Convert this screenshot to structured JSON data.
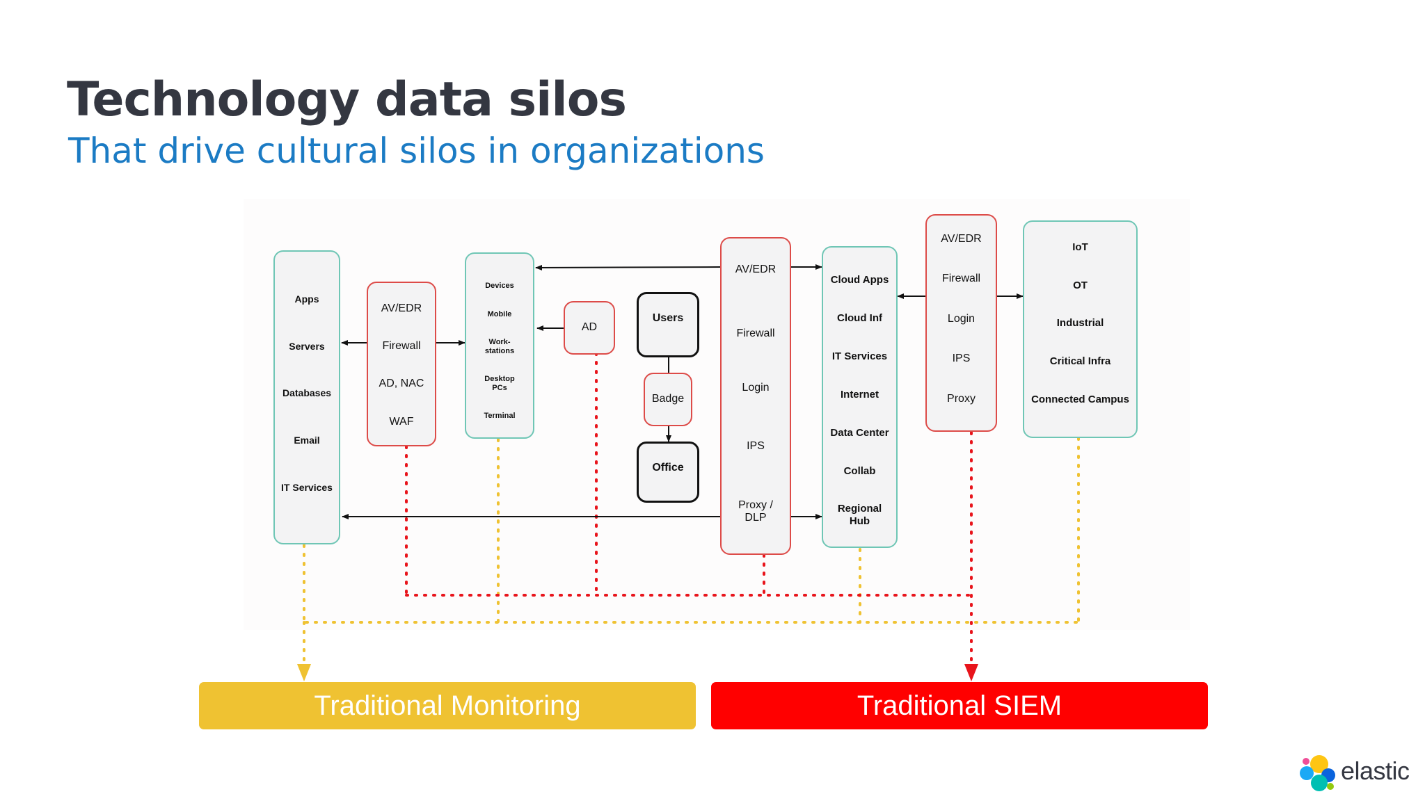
{
  "header": {
    "title": "Technology data silos",
    "subtitle": "That drive cultural silos in organizations"
  },
  "diagram": {
    "apps_group": [
      "Apps",
      "Servers",
      "Databases",
      "Email",
      "IT Services"
    ],
    "security_left": [
      "AV/EDR",
      "Firewall",
      "AD, NAC",
      "WAF"
    ],
    "devices_group": [
      "Devices",
      "Mobile",
      "Work-\nstations",
      "Desktop\nPCs",
      "Terminal"
    ],
    "ad": "AD",
    "users": "Users",
    "badge": "Badge",
    "office": "Office",
    "security_center": [
      "AV/EDR",
      "Firewall",
      "Login",
      "IPS",
      "Proxy /\nDLP"
    ],
    "cloud_group": [
      "Cloud Apps",
      "Cloud Inf",
      "IT Services",
      "Internet",
      "Data Center",
      "Collab",
      "Regional\nHub"
    ],
    "security_right": [
      "AV/EDR",
      "Firewall",
      "Login",
      "IPS",
      "Proxy"
    ],
    "iot_group": [
      "IoT",
      "OT",
      "Industrial",
      "Critical Infra",
      "Connected Campus"
    ]
  },
  "targets": {
    "monitoring": "Traditional Monitoring",
    "siem": "Traditional SIEM"
  },
  "colors": {
    "monitoring": "#efc232",
    "siem": "#ff0000",
    "teal_border": "#6fc6b5",
    "red_border": "#dd4b48",
    "title": "#343741",
    "subtitle": "#1b7bc4"
  },
  "logo": {
    "wordmark": "elastic"
  }
}
